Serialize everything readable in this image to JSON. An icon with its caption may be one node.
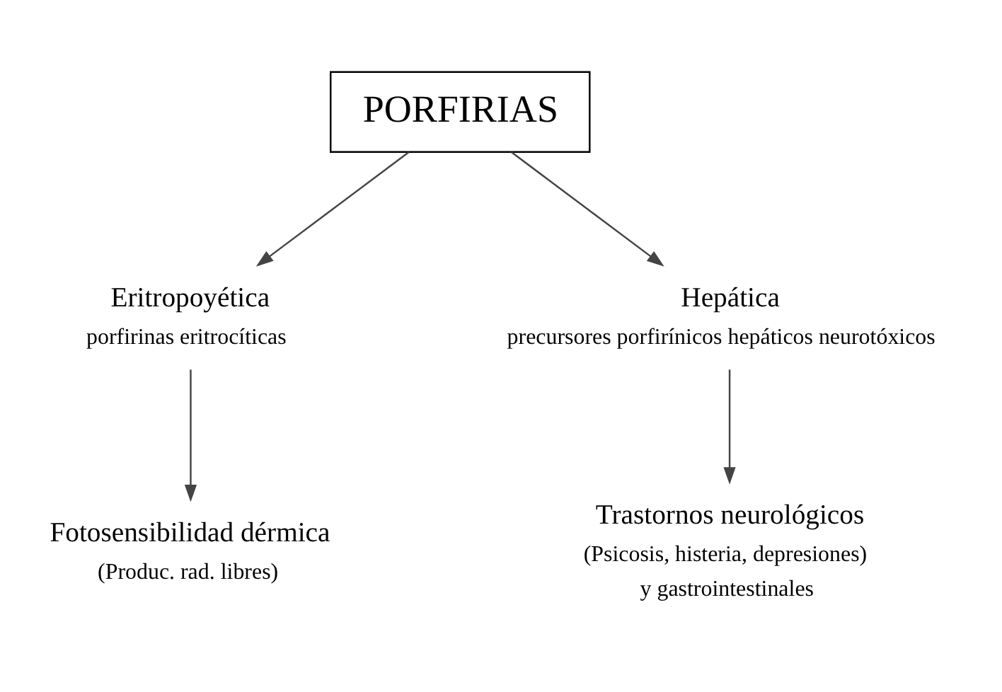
{
  "diagram": {
    "nodes": [
      {
        "text": [
          "PORFIRIAS"
        ]
      },
      {
        "text": [
          "Eritropoyética",
          "porfirinas eritrocíticas"
        ]
      },
      {
        "text": [
          "Hepática",
          "precursores porfirínicos hepáticos neurotóxicos"
        ]
      },
      {
        "text": [
          "Fotosensibilidad dérmica",
          "(Produc. rad. libres)"
        ]
      },
      {
        "text": [
          "Trastornos neurológicos",
          "(Psicosis, histeria, depresiones)",
          "y gastrointestinales"
        ]
      }
    ],
    "edges": [
      {
        "from": 0,
        "to": 1,
        "arrow": "to"
      },
      {
        "from": 0,
        "to": 2,
        "arrow": "to"
      },
      {
        "from": 1,
        "to": 3,
        "arrow": "to"
      },
      {
        "from": 2,
        "to": 4,
        "arrow": "to"
      }
    ]
  }
}
